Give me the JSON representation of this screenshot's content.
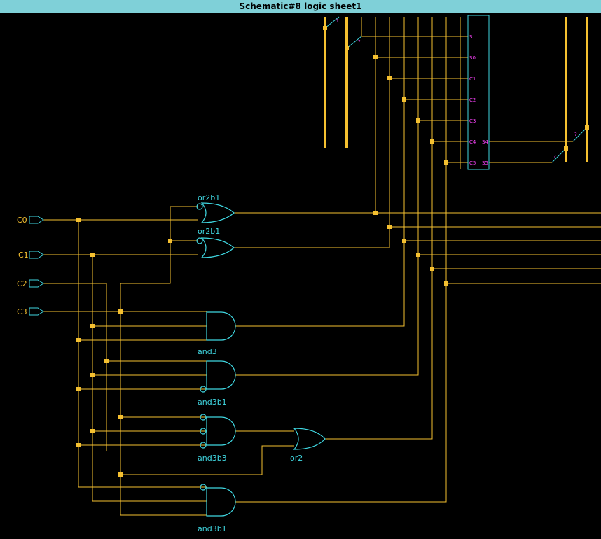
{
  "window": {
    "title": "Schematic#8 logic sheet1"
  },
  "colors": {
    "wire": "#f5c030",
    "gate": "#3fd6e0",
    "pin_label": "#ff44ff",
    "label": "#3fd6e0",
    "port_text": "#f5c030"
  },
  "ports": {
    "c0": "C0",
    "c1": "C1",
    "c2": "C2",
    "c3": "C3"
  },
  "gates": {
    "or2b1_top": "or2b1",
    "or2b1_bottom": "or2b1",
    "and3": "and3",
    "and3b1_mid": "and3b1",
    "and3b3": "and3b3",
    "or2": "or2",
    "and3b1_bottom": "and3b1"
  },
  "block": {
    "pins_left": [
      "S",
      "S0",
      "C1",
      "C2",
      "C3",
      "C4",
      "C5"
    ],
    "pins_right": [
      "S4",
      "S5"
    ]
  },
  "bus_tags": [
    "?",
    "?",
    "?",
    "?"
  ]
}
